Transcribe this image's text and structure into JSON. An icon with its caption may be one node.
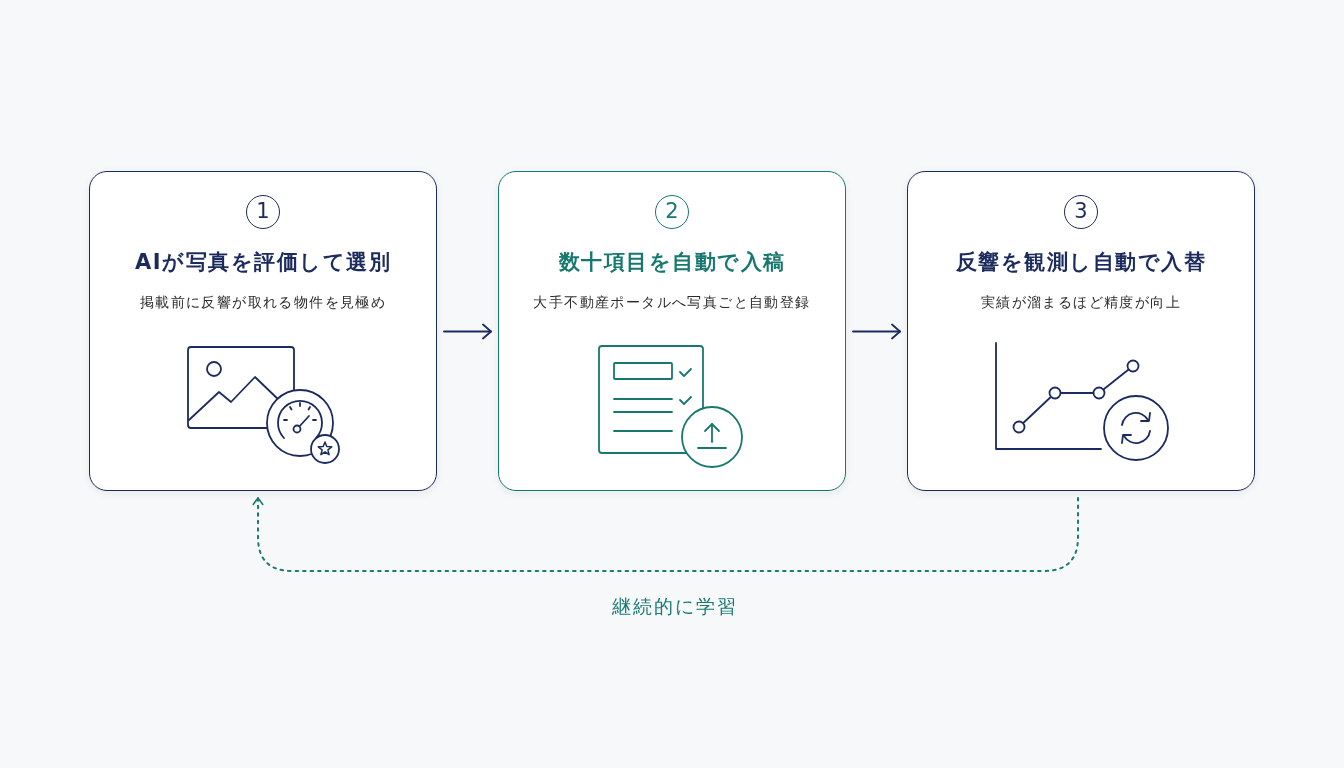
{
  "diagram": {
    "nodes": [
      {
        "text": [
          "1",
          "AIが写真を評価して選別",
          "掲載前に反響が取れる物件を見極め"
        ]
      },
      {
        "text": [
          "2",
          "数十項目を自動で入稿",
          "大手不動産ポータルへ写真ごと自動登録"
        ]
      },
      {
        "text": [
          "3",
          "反響を観測し自動で入替",
          "実績が溜まるほど精度が向上"
        ]
      }
    ],
    "edges": [
      {
        "from": 0,
        "to": 1,
        "arrow": "to"
      },
      {
        "from": 1,
        "to": 2,
        "arrow": "to"
      },
      {
        "from": 2,
        "to": 0,
        "arrow": "to",
        "label": "継続的に学習",
        "style": "dashed",
        "color": "#1a7b73"
      }
    ]
  }
}
